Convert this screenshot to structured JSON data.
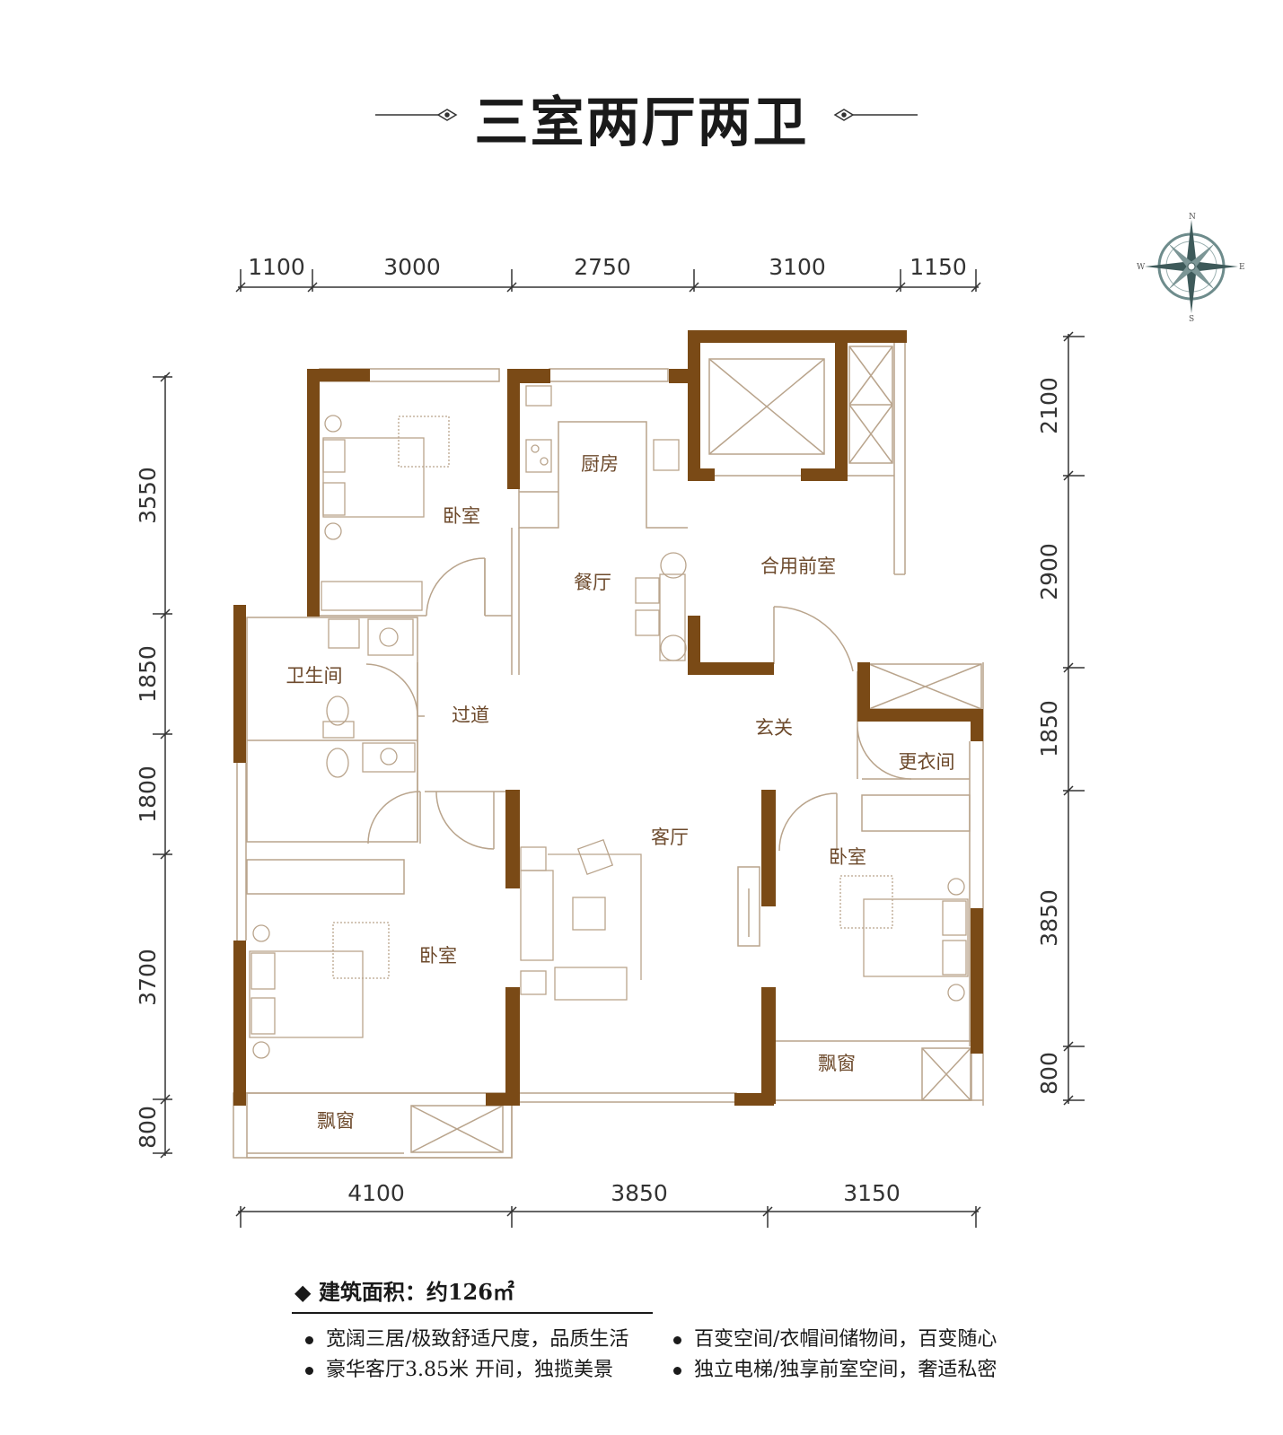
{
  "title": "三室两厅两卫",
  "dimensions": {
    "top": [
      "1100",
      "3000",
      "2750",
      "3100",
      "1150"
    ],
    "bottom": [
      "4100",
      "3850",
      "3150"
    ],
    "left": [
      "3550",
      "1850",
      "1800",
      "3700",
      "800"
    ],
    "right": [
      "2100",
      "2900",
      "1850",
      "3850",
      "800"
    ]
  },
  "rooms": {
    "bedroom_top": "卧室",
    "kitchen": "厨房",
    "dining": "餐厅",
    "lobby": "合用前室",
    "bathroom": "卫生间",
    "corridor": "过道",
    "foyer": "玄关",
    "cloakroom": "更衣间",
    "living": "客厅",
    "bedroom_right": "卧室",
    "bedroom_left": "卧室",
    "bay_left": "飘窗",
    "bay_right": "飘窗"
  },
  "compass": {
    "n": "N",
    "s": "S",
    "e": "E",
    "w": "W"
  },
  "area": "建筑面积：约126㎡",
  "features": [
    "宽阔三居/极致舒适尺度，品质生活",
    "百变空间/衣帽间储物间，百变随心",
    "豪华客厅3.85米 开间，独揽美景",
    "独立电梯/独享前室空间，奢适私密"
  ],
  "colors": {
    "wall": "#7a4a16",
    "line": "#b9a48c",
    "text": "#1a1a1a"
  }
}
